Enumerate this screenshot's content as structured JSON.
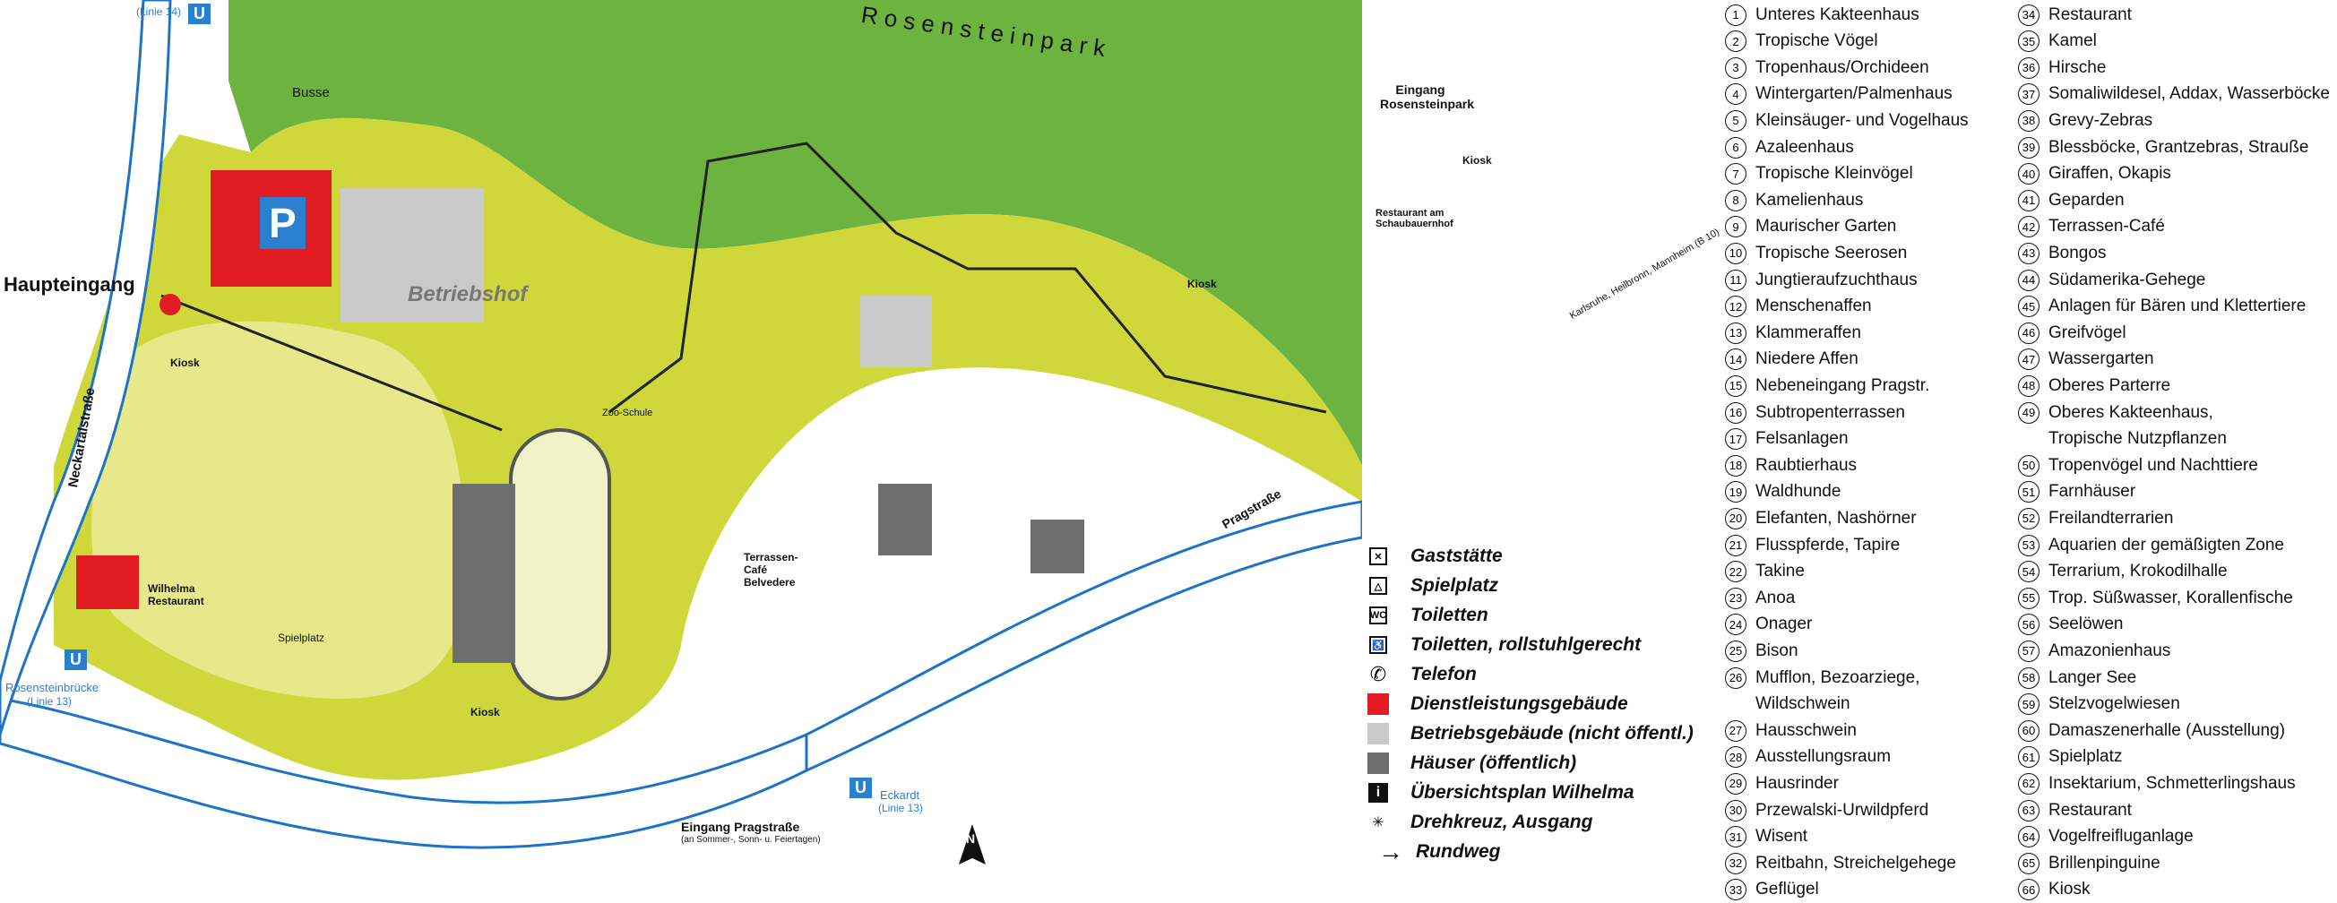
{
  "map": {
    "park_name": "R o s e n s t e i n p a r k",
    "main_entrance": "Haupteingang",
    "depot": "Betriebshof",
    "buses": "Busse",
    "parking": "P",
    "entrance_rosensteinpark": "Eingang Rosensteinpark",
    "entrance_pragstrasse": "Eingang Pragstraße",
    "entrance_pragstrasse_note": "(an Sommer-, Sonn- u. Feiertagen)",
    "street_neckartal": "Neckartalstraße",
    "street_prag": "Pragstraße",
    "road_direction": "Karlsruhe, Heilbronn, Mannheim (B 10)",
    "kiosk": "Kiosk",
    "restaurant_wilhelma": "Wilhelma Restaurant",
    "restaurant_schaubauernhof": "Restaurant am Schaubauernhof",
    "terrassen_cafe": "Terrassen-Café Belvedere",
    "spielplatz": "Spielplatz",
    "zoo_schule": "Zoo-Schule",
    "stop_rosensteinbruecke": "Rosensteinbrücke",
    "stop_rosensteinbruecke_line": "(Linie 13)",
    "stop_eckardt": "Eckardt",
    "stop_eckardt_line": "(Linie 13)",
    "stop_top_line": "(Linie 14)",
    "u_symbol": "U",
    "north_symbol": "N"
  },
  "legend": [
    {
      "icon": "restaurant-icon",
      "glyph": "✕",
      "label": "Gaststätte"
    },
    {
      "icon": "playground-icon",
      "glyph": "△",
      "label": "Spielplatz"
    },
    {
      "icon": "toilet-icon",
      "glyph": "WC",
      "label": "Toiletten"
    },
    {
      "icon": "wheelchair-toilet-icon",
      "glyph": "♿",
      "label": "Toiletten, rollstuhlgerecht"
    },
    {
      "icon": "telephone-icon",
      "glyph": "✆",
      "label": "Telefon"
    },
    {
      "icon": "service-building-icon",
      "color": "#e11b22",
      "label": "Dienstleistungsgebäude"
    },
    {
      "icon": "operations-building-icon",
      "color": "#c9c9c9",
      "label": "Betriebsgebäude (nicht öffentl.)"
    },
    {
      "icon": "public-building-icon",
      "color": "#6e6e6e",
      "label": "Häuser (öffentlich)"
    },
    {
      "icon": "info-map-icon",
      "glyph": "i",
      "label": "Übersichtsplan Wilhelma"
    },
    {
      "icon": "turnstile-icon",
      "glyph": "✳",
      "label": "Drehkreuz, Ausgang"
    },
    {
      "icon": "route-arrow-icon",
      "glyph": "→",
      "label": "Rundweg"
    }
  ],
  "index_col1": [
    {
      "n": "1",
      "name": "Unteres Kakteenhaus"
    },
    {
      "n": "2",
      "name": "Tropische Vögel"
    },
    {
      "n": "3",
      "name": "Tropenhaus/Orchideen"
    },
    {
      "n": "4",
      "name": "Wintergarten/Palmenhaus"
    },
    {
      "n": "5",
      "name": "Kleinsäuger- und Vogelhaus"
    },
    {
      "n": "6",
      "name": "Azaleenhaus"
    },
    {
      "n": "7",
      "name": "Tropische Kleinvögel"
    },
    {
      "n": "8",
      "name": "Kamelienhaus"
    },
    {
      "n": "9",
      "name": "Maurischer Garten"
    },
    {
      "n": "10",
      "name": "Tropische Seerosen"
    },
    {
      "n": "11",
      "name": "Jungtieraufzuchthaus"
    },
    {
      "n": "12",
      "name": "Menschenaffen"
    },
    {
      "n": "13",
      "name": "Klammeraffen"
    },
    {
      "n": "14",
      "name": "Niedere Affen"
    },
    {
      "n": "15",
      "name": "Nebeneingang Pragstr."
    },
    {
      "n": "16",
      "name": "Subtropenterrassen"
    },
    {
      "n": "17",
      "name": "Felsanlagen"
    },
    {
      "n": "18",
      "name": "Raubtierhaus"
    },
    {
      "n": "19",
      "name": "Waldhunde"
    },
    {
      "n": "20",
      "name": "Elefanten, Nashörner"
    },
    {
      "n": "21",
      "name": "Flusspferde, Tapire"
    },
    {
      "n": "22",
      "name": "Takine"
    },
    {
      "n": "23",
      "name": "Anoa"
    },
    {
      "n": "24",
      "name": "Onager"
    },
    {
      "n": "25",
      "name": "Bison"
    },
    {
      "n": "26",
      "name": "Mufflon, Bezoarziege,",
      "cont": "Wildschwein"
    },
    {
      "n": "27",
      "name": "Hausschwein"
    },
    {
      "n": "28",
      "name": "Ausstellungsraum"
    },
    {
      "n": "29",
      "name": "Hausrinder"
    },
    {
      "n": "30",
      "name": "Przewalski-Urwildpferd"
    },
    {
      "n": "31",
      "name": "Wisent"
    },
    {
      "n": "32",
      "name": "Reitbahn, Streichelgehege"
    },
    {
      "n": "33",
      "name": "Geflügel"
    }
  ],
  "index_col2": [
    {
      "n": "34",
      "name": "Restaurant"
    },
    {
      "n": "35",
      "name": "Kamel"
    },
    {
      "n": "36",
      "name": "Hirsche"
    },
    {
      "n": "37",
      "name": "Somaliwildesel, Addax, Wasserböcke"
    },
    {
      "n": "38",
      "name": "Grevy-Zebras"
    },
    {
      "n": "39",
      "name": "Blessböcke, Grantzebras, Strauße"
    },
    {
      "n": "40",
      "name": "Giraffen, Okapis"
    },
    {
      "n": "41",
      "name": "Geparden"
    },
    {
      "n": "42",
      "name": "Terrassen-Café"
    },
    {
      "n": "43",
      "name": "Bongos"
    },
    {
      "n": "44",
      "name": "Südamerika-Gehege"
    },
    {
      "n": "45",
      "name": "Anlagen für Bären und Klettertiere"
    },
    {
      "n": "46",
      "name": "Greifvögel"
    },
    {
      "n": "47",
      "name": "Wassergarten"
    },
    {
      "n": "48",
      "name": "Oberes Parterre"
    },
    {
      "n": "49",
      "name": "Oberes Kakteenhaus,",
      "cont": "Tropische Nutzpflanzen"
    },
    {
      "n": "50",
      "name": "Tropenvögel und Nachttiere"
    },
    {
      "n": "51",
      "name": "Farnhäuser"
    },
    {
      "n": "52",
      "name": "Freilandterrarien"
    },
    {
      "n": "53",
      "name": "Aquarien der gemäßigten Zone"
    },
    {
      "n": "54",
      "name": "Terrarium, Krokodilhalle"
    },
    {
      "n": "55",
      "name": "Trop. Süßwasser, Korallenfische"
    },
    {
      "n": "56",
      "name": "Seelöwen"
    },
    {
      "n": "57",
      "name": "Amazonienhaus"
    },
    {
      "n": "58",
      "name": "Langer See"
    },
    {
      "n": "59",
      "name": "Stelzvogelwiesen"
    },
    {
      "n": "60",
      "name": "Damaszenerhalle (Ausstellung)"
    },
    {
      "n": "61",
      "name": "Spielplatz"
    },
    {
      "n": "62",
      "name": "Insektarium, Schmetterlingshaus"
    },
    {
      "n": "63",
      "name": "Restaurant"
    },
    {
      "n": "64",
      "name": "Vogelfreifluganlage"
    },
    {
      "n": "65",
      "name": "Brillenpinguine"
    },
    {
      "n": "66",
      "name": "Kiosk"
    }
  ]
}
